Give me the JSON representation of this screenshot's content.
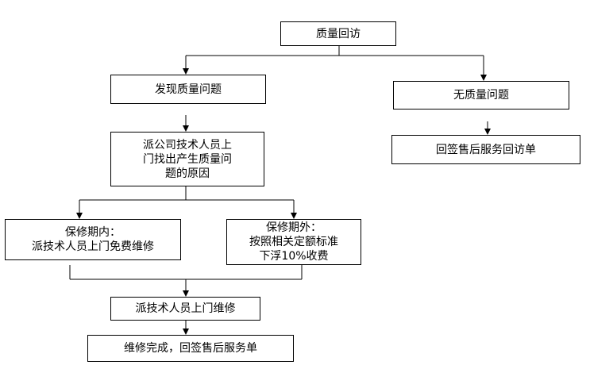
{
  "flowchart": {
    "root": "质量回访",
    "has_problem": "发现质量问题",
    "no_problem": "无质量问题",
    "no_problem_result": "回签售后服务回访单",
    "dispatch": {
      "line1": "派公司技术人员上",
      "line2": "门找出产生质量问",
      "line3": "题的原因"
    },
    "in_warranty": {
      "line1": "保修期内：",
      "line2": "派技术人员上门免费维修"
    },
    "out_warranty": {
      "line1": "保修期外：",
      "line2": "按照相关定额标准",
      "line3": "下浮10%收费"
    },
    "repair": "派技术人员上门维修",
    "complete": "维修完成，回签售后服务单"
  }
}
